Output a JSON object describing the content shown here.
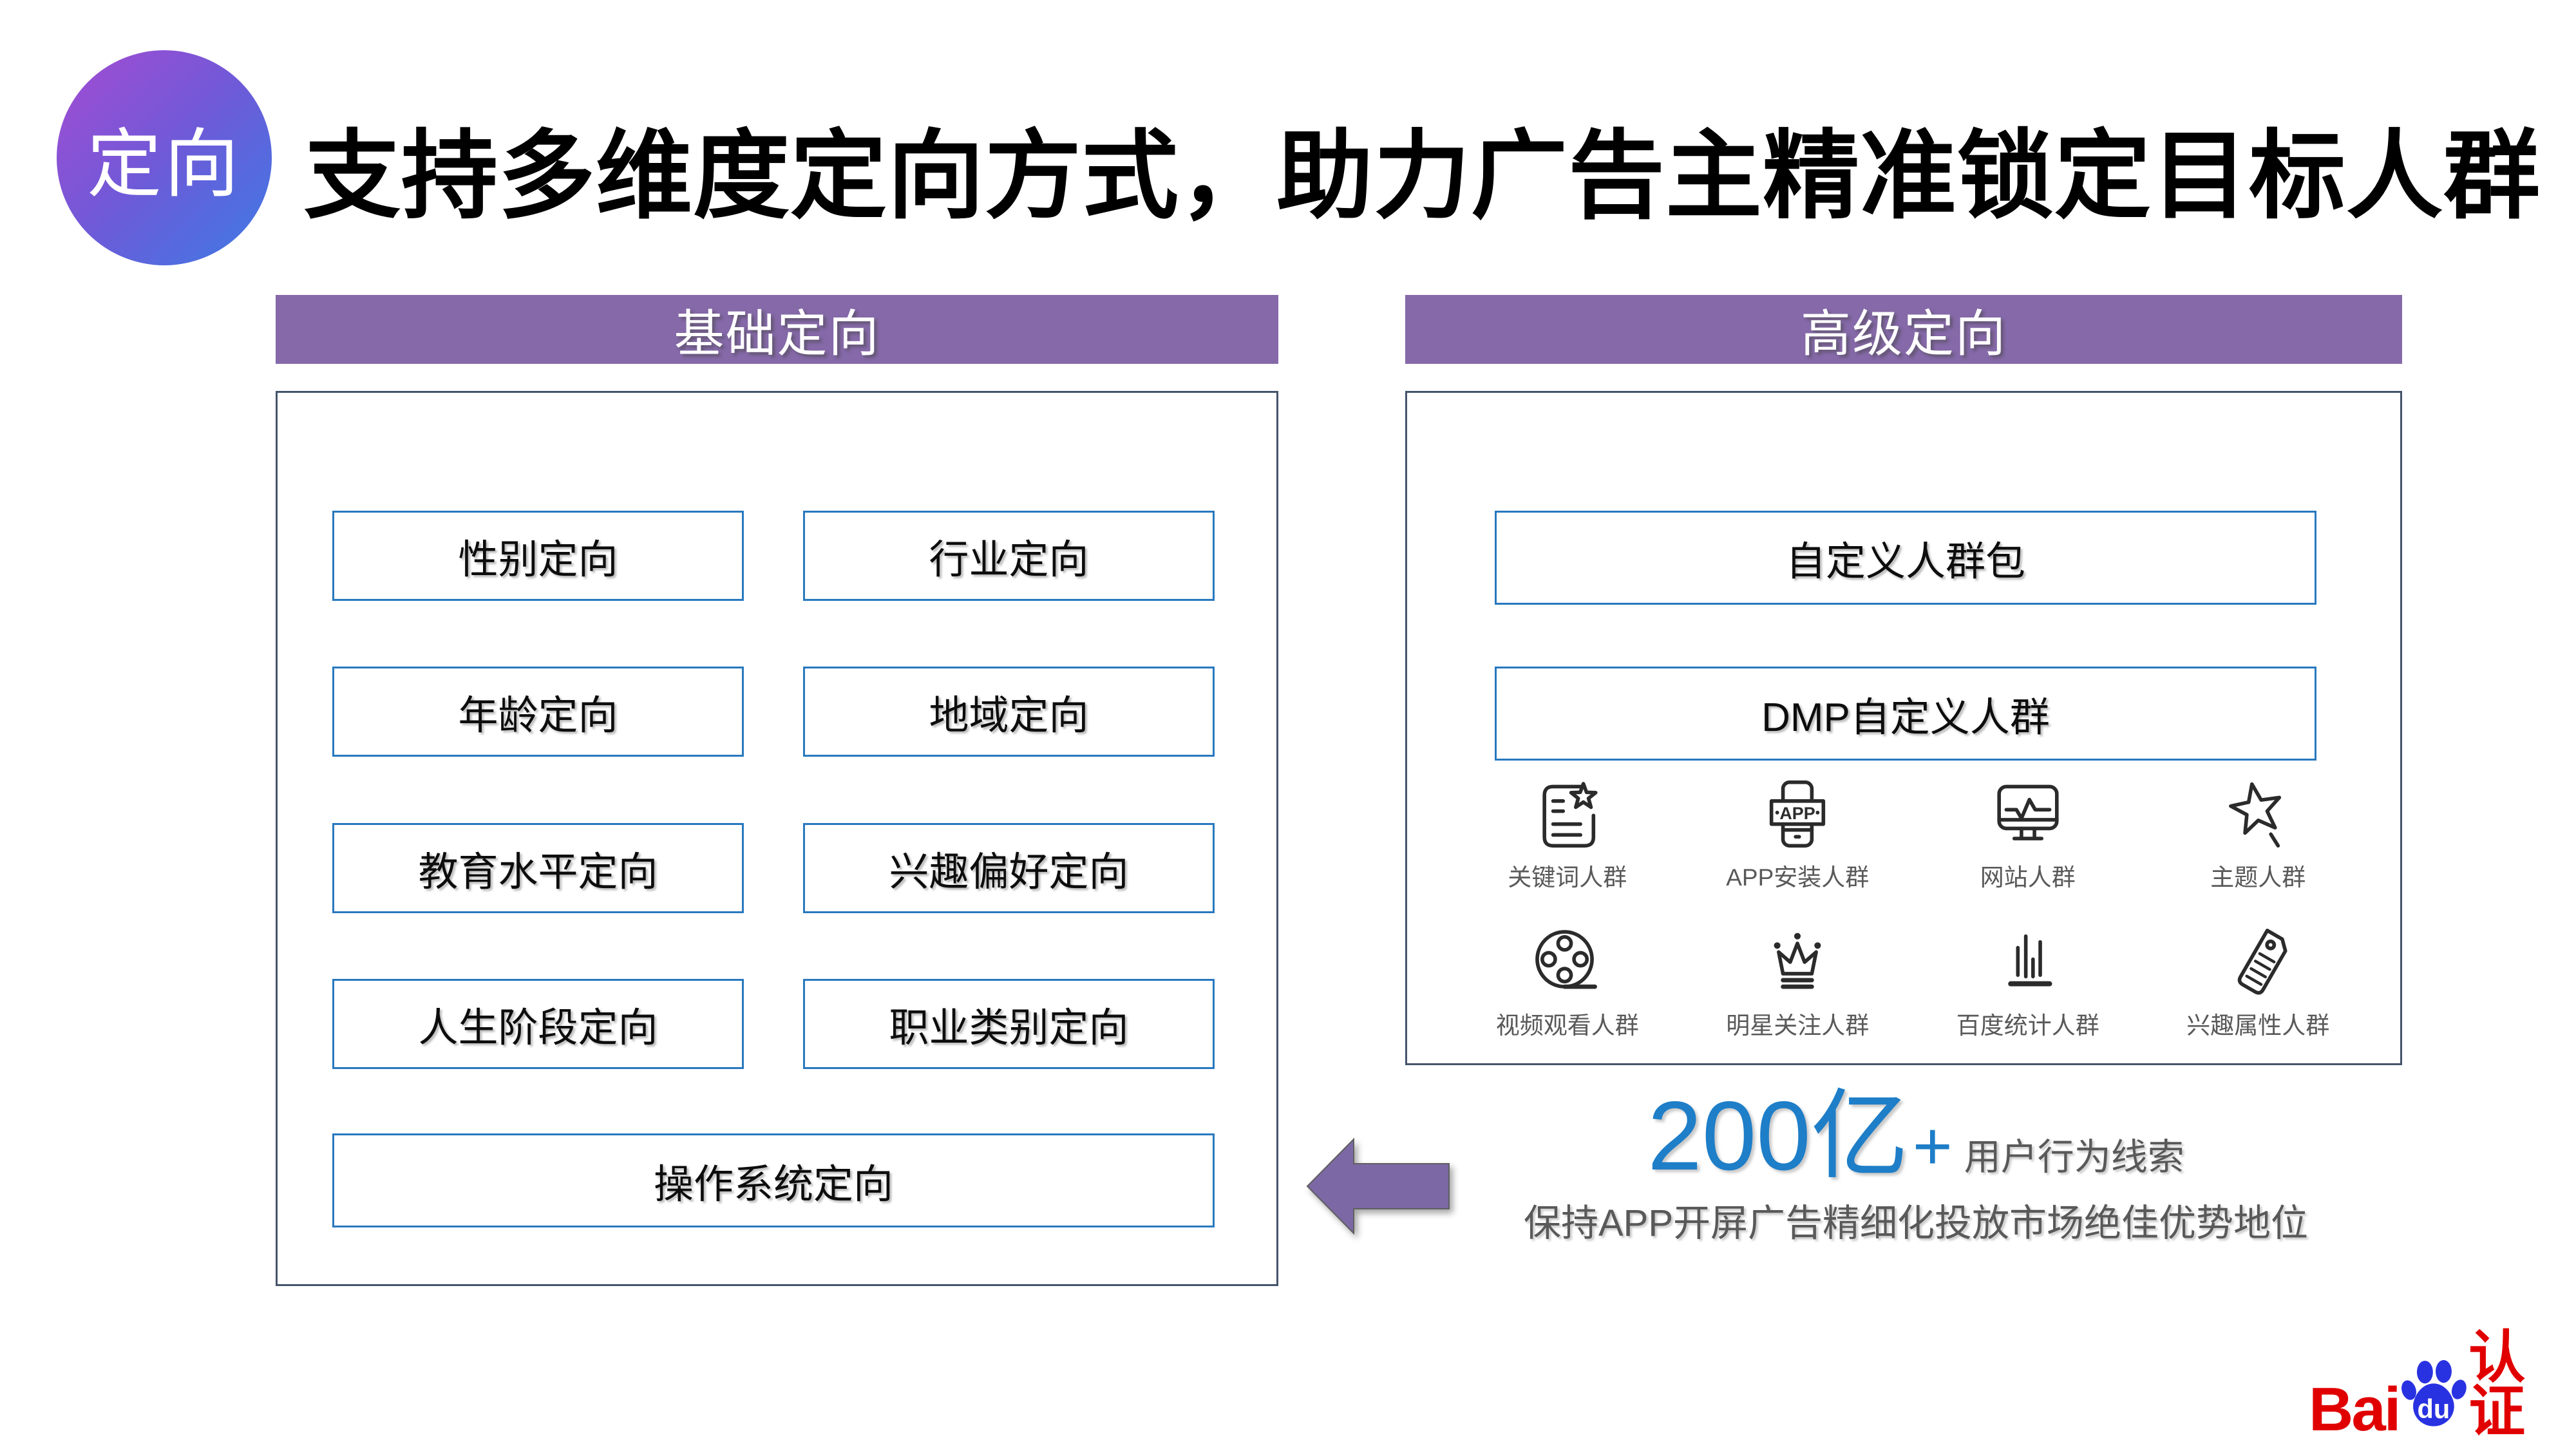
{
  "badge": {
    "label": "定向",
    "gradient_from": "#A64BD2",
    "gradient_to": "#3C7BE5"
  },
  "title": "支持多维度定向方式，助力广告主精准锁定目标人群",
  "basic": {
    "header": "基础定向",
    "boxes": [
      "性别定向",
      "行业定向",
      "年龄定向",
      "地域定向",
      "教育水平定向",
      "兴趣偏好定向",
      "人生阶段定向",
      "职业类别定向"
    ],
    "os_box": "操作系统定向"
  },
  "advanced": {
    "header": "高级定向",
    "custom_box": "自定义人群包",
    "dmp_box": "DMP自定义人群",
    "app_icon_text": "APP",
    "audiences": [
      {
        "icon": "keyword-document-star-icon",
        "label": "关键词人群"
      },
      {
        "icon": "app-install-phone-icon",
        "label": "APP安装人群"
      },
      {
        "icon": "website-monitor-pulse-icon",
        "label": "网站人群"
      },
      {
        "icon": "theme-star-icon",
        "label": "主题人群"
      },
      {
        "icon": "video-film-reel-icon",
        "label": "视频观看人群"
      },
      {
        "icon": "celebrity-crown-icon",
        "label": "明星关注人群"
      },
      {
        "icon": "baidu-stats-bar-chart-icon",
        "label": "百度统计人群"
      },
      {
        "icon": "interest-tag-icon",
        "label": "兴趣属性人群"
      }
    ]
  },
  "highlight": {
    "number": "200亿",
    "plus": "+",
    "suffix": "用户行为线索",
    "description": "保持APP开屏广告精细化投放市场绝佳优势地位",
    "number_color": "#1E7EC8"
  },
  "colors": {
    "header_bar_purple": "#8569A8",
    "panel_border": "#44546A",
    "box_border_blue": "#2878BE",
    "gray_text": "#595959",
    "arrow_purple": "#7D68A6"
  },
  "logo": {
    "bai": "Bai",
    "du": "du",
    "cert": "认证",
    "red": "#E10000",
    "blue": "#2932E1"
  }
}
